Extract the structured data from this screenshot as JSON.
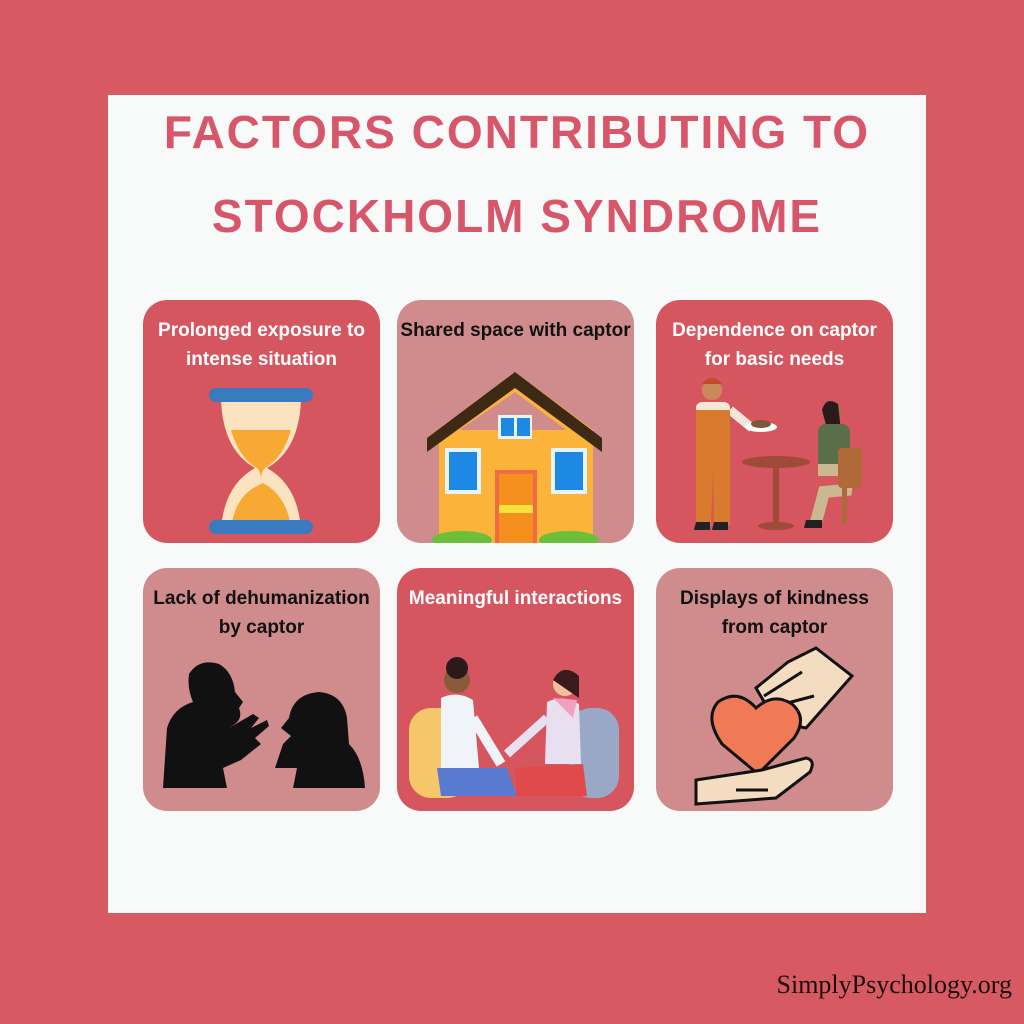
{
  "title": {
    "line1": "FACTORS CONTRIBUTING TO",
    "line2": "STOCKHOLM SYNDROME"
  },
  "colors": {
    "background": "#d75a62",
    "panel": "#f8fafa",
    "card_dark": "#d6565f",
    "card_light": "#d08c8c",
    "title": "#d7566a"
  },
  "cards": [
    {
      "label": "Prolonged exposure to intense situation",
      "icon": "hourglass-icon"
    },
    {
      "label": "Shared space with captor",
      "icon": "house-icon"
    },
    {
      "label": "Dependence on captor for basic needs",
      "icon": "waiter-serving-woman-illustration"
    },
    {
      "label": "Lack of dehumanization by captor",
      "icon": "arguing-silhouettes-icon"
    },
    {
      "label": "Meaningful interactions",
      "icon": "two-people-talking-illustration"
    },
    {
      "label": "Displays of kindness from captor",
      "icon": "hands-giving-heart-icon"
    }
  ],
  "credit": "SimplyPsychology.org"
}
